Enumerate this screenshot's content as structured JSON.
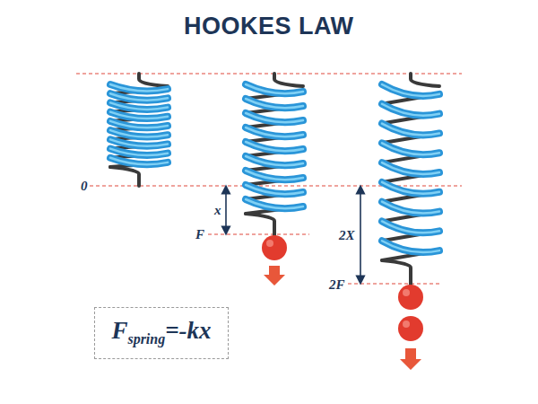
{
  "diagram": {
    "title": "HOOKES LAW",
    "nodes": [
      {
        "text": [
          "F",
          "spring",
          "=-kx"
        ]
      }
    ],
    "labels": [
      "0",
      "x",
      "F",
      "2X",
      "2F"
    ]
  }
}
